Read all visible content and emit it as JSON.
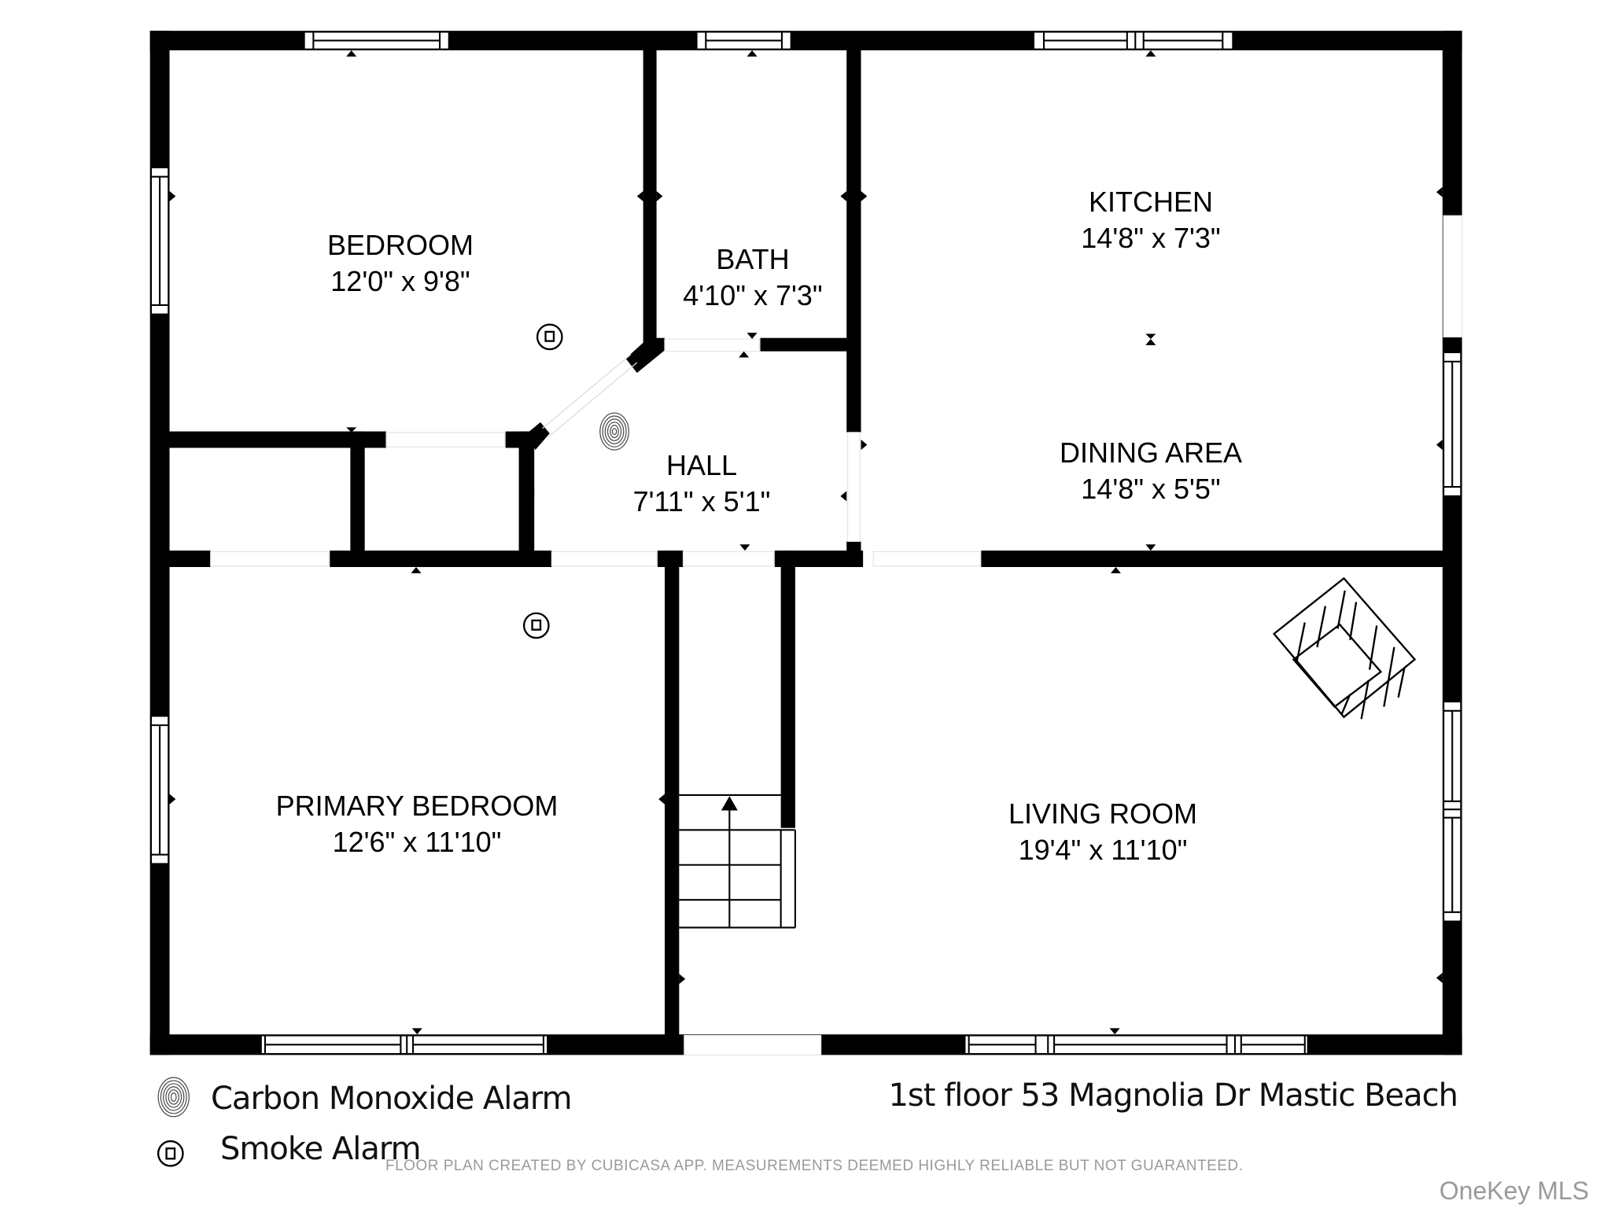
{
  "floor_plan": {
    "title": "1st floor 53 Magnolia Dr Mastic Beach",
    "rooms": [
      {
        "name": "BEDROOM",
        "dimensions": "12'0\" x 9'8\""
      },
      {
        "name": "BATH",
        "dimensions": "4'10\" x 7'3\""
      },
      {
        "name": "KITCHEN",
        "dimensions": "14'8\" x 7'3\""
      },
      {
        "name": "HALL",
        "dimensions": "7'11\" x 5'1\""
      },
      {
        "name": "DINING AREA",
        "dimensions": "14'8\" x 5'5\""
      },
      {
        "name": "PRIMARY BEDROOM",
        "dimensions": "12'6\" x 11'10\""
      },
      {
        "name": "LIVING ROOM",
        "dimensions": "19'4\" x 11'10\""
      }
    ],
    "features": [
      {
        "type": "smoke-alarm",
        "room": "BEDROOM"
      },
      {
        "type": "smoke-alarm",
        "room": "PRIMARY BEDROOM"
      },
      {
        "type": "carbon-monoxide-alarm",
        "room": "HALL"
      },
      {
        "type": "stairs",
        "direction": "up"
      },
      {
        "type": "fireplace",
        "room": "LIVING ROOM"
      }
    ]
  },
  "legend": {
    "items": [
      {
        "icon": "carbon-monoxide-alarm-icon",
        "label": "Carbon Monoxide Alarm"
      },
      {
        "icon": "smoke-alarm-icon",
        "label": "Smoke Alarm"
      }
    ]
  },
  "footer": {
    "disclaimer": "FLOOR PLAN CREATED BY CUBICASA APP. MEASUREMENTS DEEMED HIGHLY RELIABLE BUT NOT GUARANTEED.",
    "watermark": "OneKey MLS"
  },
  "colors": {
    "wall": "#000000",
    "background": "#ffffff",
    "disclaimer": "#9a9a9a"
  }
}
